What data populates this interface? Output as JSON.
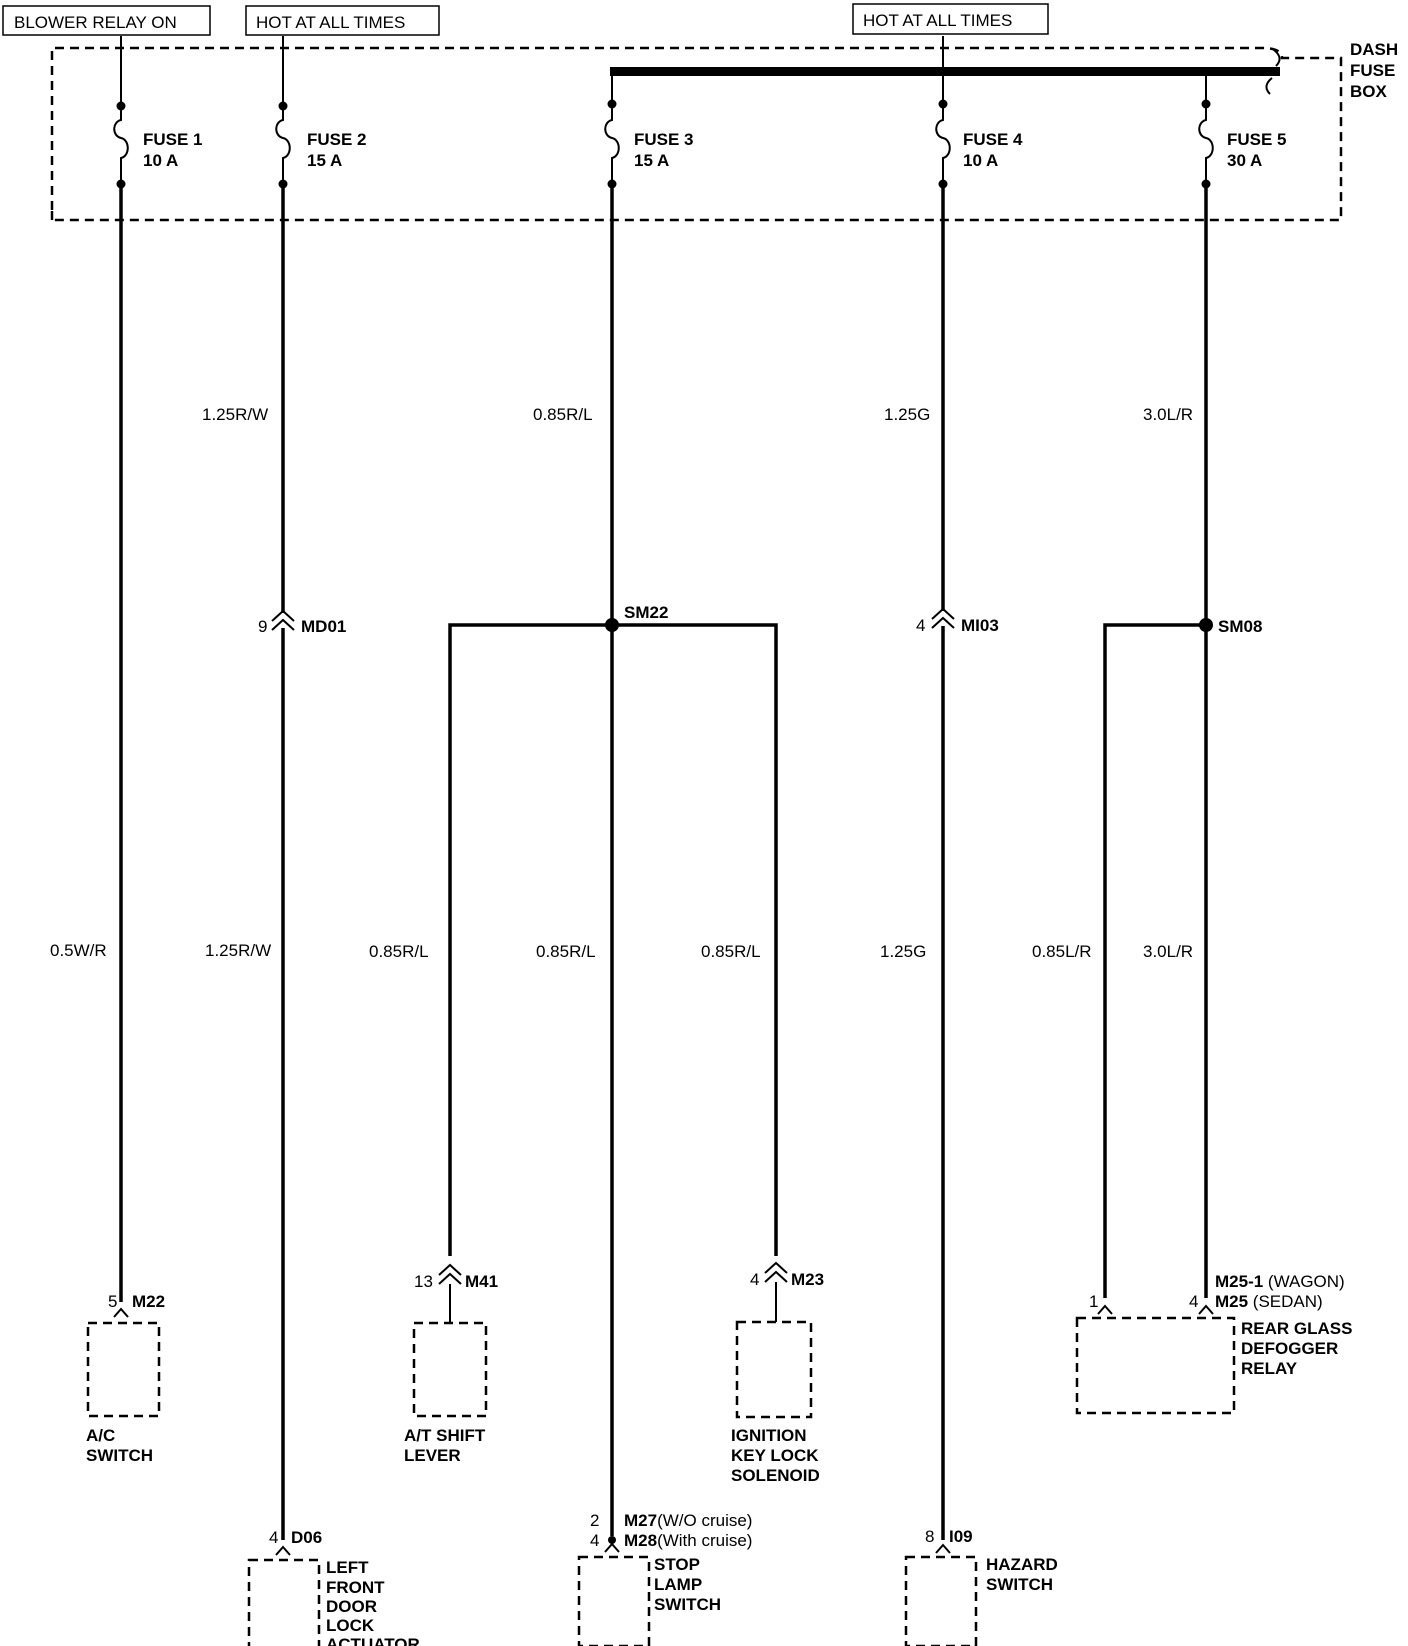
{
  "sources": {
    "blower": "BLOWER RELAY ON",
    "hot1": "HOT AT ALL TIMES",
    "hot2": "HOT AT ALL TIMES"
  },
  "fuse_box": {
    "line1": "DASH",
    "line2": "FUSE",
    "line3": "BOX"
  },
  "fuses": [
    {
      "name": "FUSE 1",
      "rating": "10 A"
    },
    {
      "name": "FUSE 2",
      "rating": "15 A"
    },
    {
      "name": "FUSE 3",
      "rating": "15 A"
    },
    {
      "name": "FUSE 4",
      "rating": "10 A"
    },
    {
      "name": "FUSE 5",
      "rating": "30 A"
    }
  ],
  "wires_upper": {
    "fuse2": "1.25R/W",
    "fuse3": "0.85R/L",
    "fuse4": "1.25G",
    "fuse5": "3.0L/R"
  },
  "wires_lower": {
    "ac": "0.5W/R",
    "door": "1.25R/W",
    "shift": "0.85R/L",
    "stop": "0.85R/L",
    "ignition": "0.85R/L",
    "hazard": "1.25G",
    "relay_pin1": "0.85L/R",
    "relay_pin4": "3.0L/R"
  },
  "splices": {
    "sm22": "SM22",
    "sm08": "SM08"
  },
  "inline_connectors": {
    "md01": {
      "pin": "9",
      "name": "MD01"
    },
    "mi03": {
      "pin": "4",
      "name": "MI03"
    }
  },
  "components": {
    "ac_switch": {
      "pin": "5",
      "connector": "M22",
      "line1": "A/C",
      "line2": "SWITCH"
    },
    "shift_lever": {
      "pin": "13",
      "connector": "M41",
      "line1": "A/T SHIFT",
      "line2": "LEVER"
    },
    "ignition": {
      "pin": "4",
      "connector": "M23",
      "line1": "IGNITION",
      "line2": "KEY LOCK",
      "line3": "SOLENOID"
    },
    "relay": {
      "pin_a": "1",
      "pin_b": "4",
      "conn_line1_bold": "M25-1",
      "conn_line1_rest": " (WAGON)",
      "conn_line2_bold": "M25",
      "conn_line2_rest": " (SEDAN)",
      "line1": "REAR GLASS",
      "line2": "DEFOGGER",
      "line3": "RELAY"
    },
    "door_actuator": {
      "pin": "4",
      "connector": "D06",
      "line1": "LEFT",
      "line2": "FRONT",
      "line3": "DOOR",
      "line4": "LOCK",
      "line5": "ACTUATOR"
    },
    "stop_lamp": {
      "pin_a": "2",
      "pin_b": "4",
      "conn_a_bold": "M27",
      "conn_a_rest": "(W/O cruise)",
      "conn_b_bold": "M28",
      "conn_b_rest": "(With cruise)",
      "line1": "STOP",
      "line2": "LAMP",
      "line3": "SWITCH"
    },
    "hazard": {
      "pin": "8",
      "connector": "I09",
      "line1": "HAZARD",
      "line2": "SWITCH"
    }
  }
}
